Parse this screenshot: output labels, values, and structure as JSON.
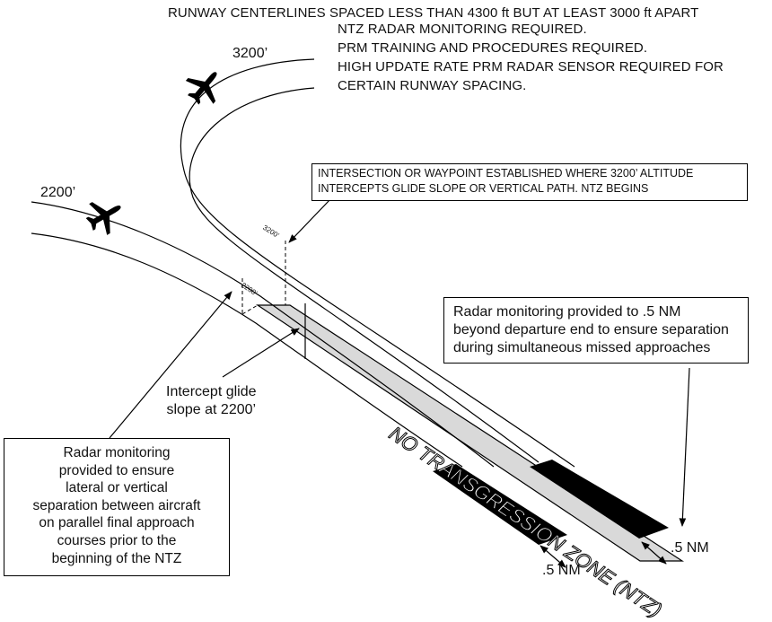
{
  "header": {
    "line1": "RUNWAY CENTERLINES SPACED LESS THAN 4300 ft BUT AT LEAST 3000 ft APART",
    "line2": "NTZ RADAR MONITORING REQUIRED.",
    "line3": "PRM TRAINING AND PROCEDURES REQUIRED.",
    "line4": "HIGH UPDATE RATE PRM RADAR SENSOR REQUIRED FOR",
    "line5": "CERTAIN RUNWAY SPACING."
  },
  "altitudes": {
    "upper": "3200’",
    "lower": "2200’",
    "tag_upper": "3200’",
    "tag_lower": "2200’"
  },
  "intersection_box": {
    "line1": "INTERSECTION OR WAYPOINT ESTABLISHED WHERE 3200’ ALTITUDE",
    "line2": "INTERCEPTS GLIDE SLOPE OR VERTICAL PATH. NTZ BEGINS"
  },
  "radar_departure_box": {
    "line1": "Radar monitoring provided to .5 NM",
    "line2": "beyond departure end to ensure separation",
    "line3": "during simultaneous missed approaches"
  },
  "intercept_label": {
    "line1": "Intercept glide",
    "line2": "slope at 2200’"
  },
  "radar_lateral_box": {
    "line1": "Radar monitoring",
    "line2": "provided to ensure",
    "line3": "lateral or vertical",
    "line4": "separation between aircraft",
    "line5": "on parallel final approach",
    "line6": "courses prior to the",
    "line7": "beginning of the NTZ"
  },
  "ntz_label": "NO TRANSGRESSION ZONE (NTZ)",
  "distance_right": ".5 NM",
  "distance_left": ".5 NM",
  "icons": [
    "airplane-icon",
    "airplane-icon"
  ],
  "colors": {
    "ntz_fill": "#d9d9d9",
    "runway": "#000000",
    "line": "#000000"
  }
}
